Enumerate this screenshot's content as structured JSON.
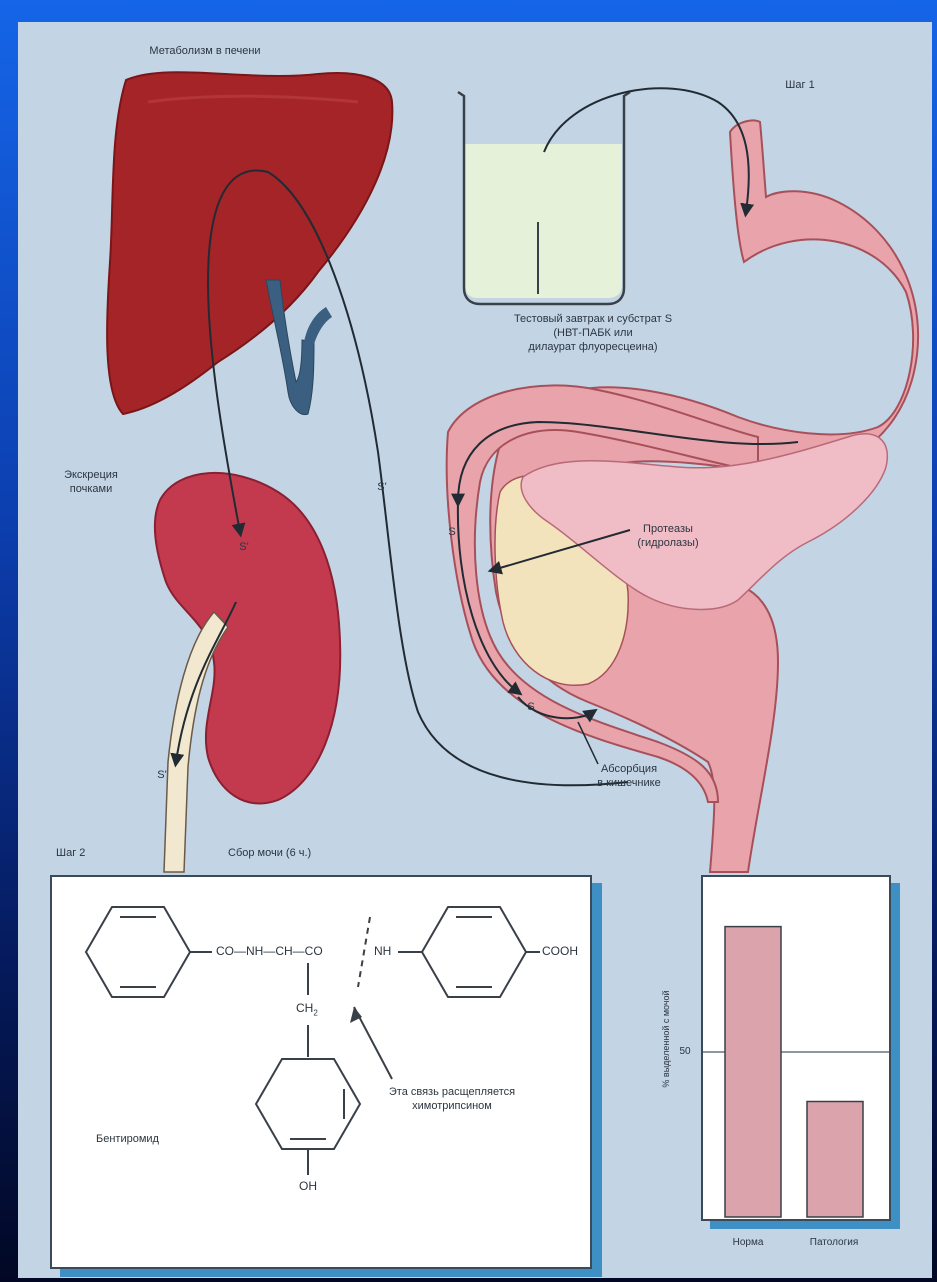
{
  "labels": {
    "liver_metabolism": "Метаболизм в печени",
    "step1": "Шаг 1",
    "test_meal": "Тестовый завтрак и субстрат S\n(НВТ-ПАБК или\nдилаурат флуоресцеина)",
    "renal_excretion": "Экскреция\nпочками",
    "proteases": "Протеазы\n(гидролазы)",
    "absorption": "Абсорбция\nв кишечнике",
    "step2": "Шаг 2",
    "urine_collection": "Сбор мочи (6 ч.)",
    "bentiromide": "Бентиромид",
    "bond_cleaved": "Эта связь расщепляется\nхимотрипсином",
    "substrate_letter": "S",
    "metabolite_letter": "S'"
  },
  "formula": {
    "main_chain": "CO—NH—CH—CO",
    "nh_right": "NH",
    "cooh": "COOH",
    "ch2": "CH",
    "ch2_sub": "2",
    "oh": "OH"
  },
  "chart_data": {
    "type": "bar",
    "categories": [
      "Норма",
      "Патология"
    ],
    "values": [
      88,
      35
    ],
    "ylabel": "% выделенной с мочой",
    "reference_line": 50,
    "tick_labels": [
      "50"
    ],
    "ylim": [
      0,
      100
    ]
  },
  "colors": {
    "liver": "#a52428",
    "kidney": "#c33a4e",
    "stomach": "#e8a4aa",
    "pancreas": "#f0bcc6",
    "duodenum_fill": "#f3e3bd",
    "vein": "#3b5f80",
    "beaker_liquid": "#e5f1d9",
    "bar": "#dba3ab",
    "background": "#c3d5e5"
  }
}
